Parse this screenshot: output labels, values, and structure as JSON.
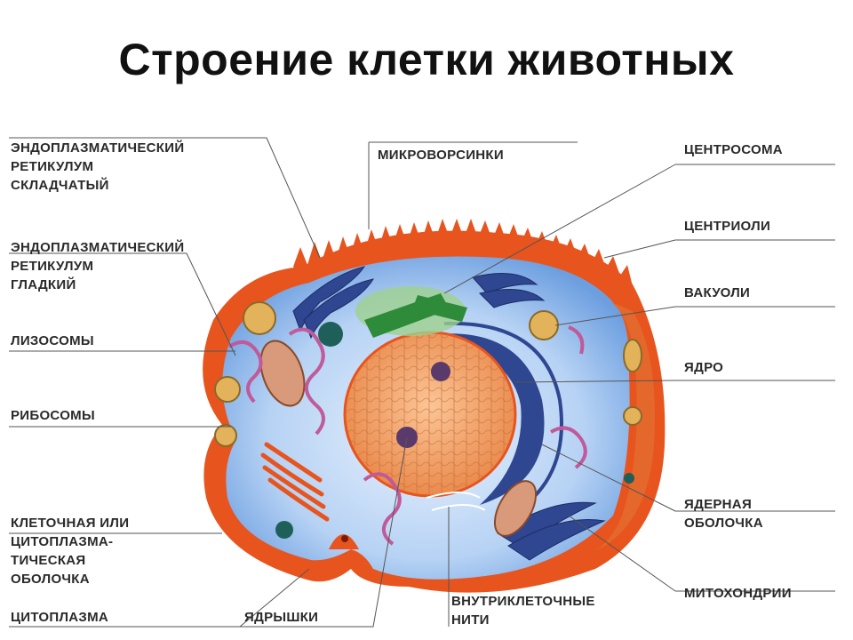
{
  "title": "Строение клетки животных",
  "labels": {
    "er_rough": "ЭНДОПЛАЗМАТИЧЕСКИЙ\nРЕТИКУЛУМ\nСКЛАДЧАТЫЙ",
    "er_smooth": "ЭНДОПЛАЗМАТИЧЕСКИЙ\nРЕТИКУЛУМ\nГЛАДКИЙ",
    "lysosomes": "ЛИЗОСОМЫ",
    "ribosomes": "РИБОСОМЫ",
    "membrane": "КЛЕТОЧНАЯ ИЛИ\nЦИТОПЛАЗМА-\nТИЧЕСКАЯ\nОБОЛОЧКА",
    "cytoplasm": "ЦИТОПЛАЗМА",
    "nucleoli": "ЯДРЫШКИ",
    "microvilli": "МИКРОВОРСИНКИ",
    "filaments": "ВНУТРИКЛЕТОЧНЫЕ\nНИТИ",
    "centrosome": "ЦЕНТРОСОМА",
    "centrioles": "ЦЕНТРИОЛИ",
    "vacuoles": "ВАКУОЛИ",
    "nucleus": "ЯДРО",
    "nuclear_envelope": "ЯДЕРНАЯ\nОБОЛОЧКА",
    "mitochondria": "МИТОХОНДРИИ"
  },
  "colors": {
    "membrane": "#e8541e",
    "cytoplasm": "#8fb9ec",
    "nucleus": "#f4a66e",
    "er_rough": "#2f4690",
    "golgi": "#e8541e",
    "lysosome": "#c05a9a",
    "centrosome": "#2e8b3a",
    "vacuole": "#d89a3c"
  }
}
